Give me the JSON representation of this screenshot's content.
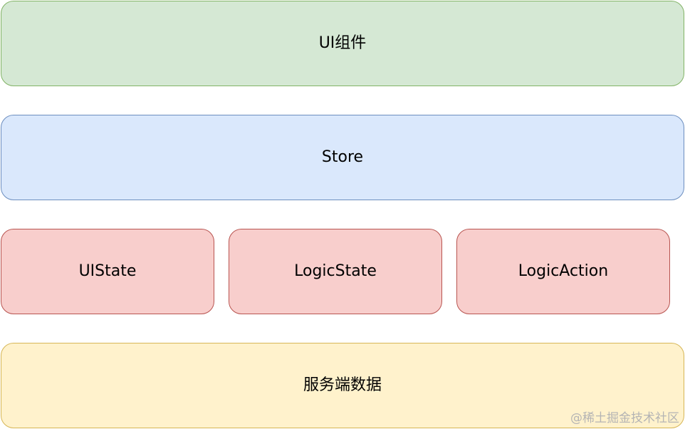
{
  "layers": {
    "ui_component": "UI组件",
    "store": "Store",
    "ui_state": "UIState",
    "logic_state": "LogicState",
    "logic_action": "LogicAction",
    "server_data": "服务端数据"
  },
  "watermark": "@稀土掘金技术社区",
  "colors": {
    "green_fill": "#d5e8d4",
    "green_stroke": "#82b366",
    "blue_fill": "#dae8fc",
    "blue_stroke": "#6c8ebf",
    "red_fill": "#f8cecc",
    "red_stroke": "#b85450",
    "yellow_fill": "#fff2cc",
    "yellow_stroke": "#d6b656"
  }
}
